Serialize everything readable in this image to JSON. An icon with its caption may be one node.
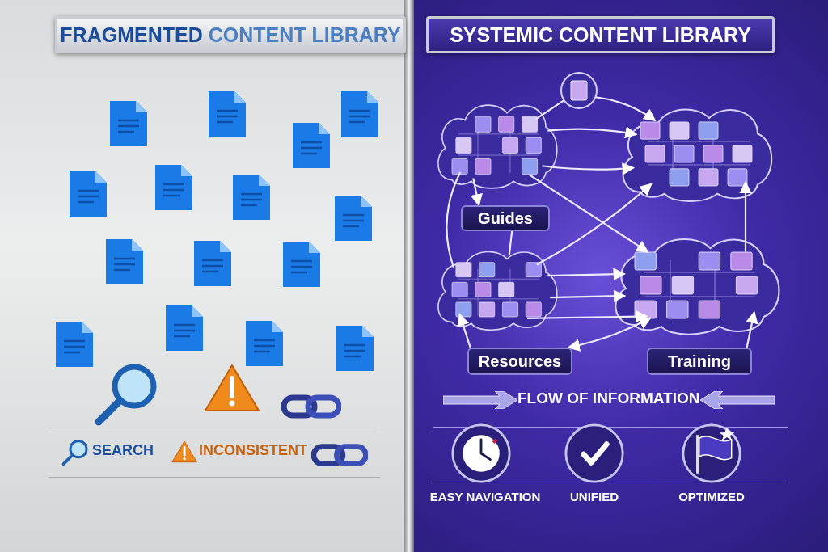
{
  "diagram": {
    "nodes": [
      {
        "text": [],
        "shape": "cloud"
      },
      {
        "text": [],
        "shape": "circle"
      },
      {
        "text": [],
        "shape": "cloud"
      },
      {
        "text": [],
        "shape": "cloud"
      },
      {
        "text": [],
        "shape": "cloud"
      },
      {
        "text": [
          "Guides"
        ]
      },
      {
        "text": [
          "Resources"
        ]
      },
      {
        "text": [
          "Training"
        ]
      }
    ],
    "edges": [
      {
        "from": 0,
        "to": 1,
        "arrow": "none"
      },
      {
        "from": 1,
        "to": 2,
        "arrow": "to"
      },
      {
        "from": 0,
        "to": 2,
        "arrow": "to"
      },
      {
        "from": 0,
        "to": 2,
        "arrow": "to"
      },
      {
        "from": 0,
        "to": 4,
        "arrow": "to"
      },
      {
        "from": 3,
        "to": 2,
        "arrow": "to"
      },
      {
        "from": 3,
        "to": 4,
        "arrow": "to"
      },
      {
        "from": 3,
        "to": 4,
        "arrow": "to"
      },
      {
        "from": 3,
        "to": 4,
        "arrow": "to"
      },
      {
        "from": 6,
        "to": 4,
        "arrow": "both"
      },
      {
        "from": 0,
        "to": 5,
        "arrow": "to"
      },
      {
        "from": 5,
        "to": 3,
        "arrow": "none"
      },
      {
        "from": 4,
        "to": 2,
        "arrow": "to"
      },
      {
        "from": 6,
        "to": 3,
        "arrow": "to"
      },
      {
        "from": 7,
        "to": 4,
        "arrow": "to"
      },
      {
        "from": 0,
        "to": 3,
        "arrow": "none"
      }
    ],
    "labels": [
      "**FRAGMENTED** CONTENT LIBRARY",
      "SYSTEMIC CONTENT LIBRARY",
      "SEARCH",
      "INCONSISTENT",
      "FLOW OF INFORMATION",
      "EASY NAVIGATION",
      "UNIFIED",
      "OPTIMIZED"
    ]
  }
}
